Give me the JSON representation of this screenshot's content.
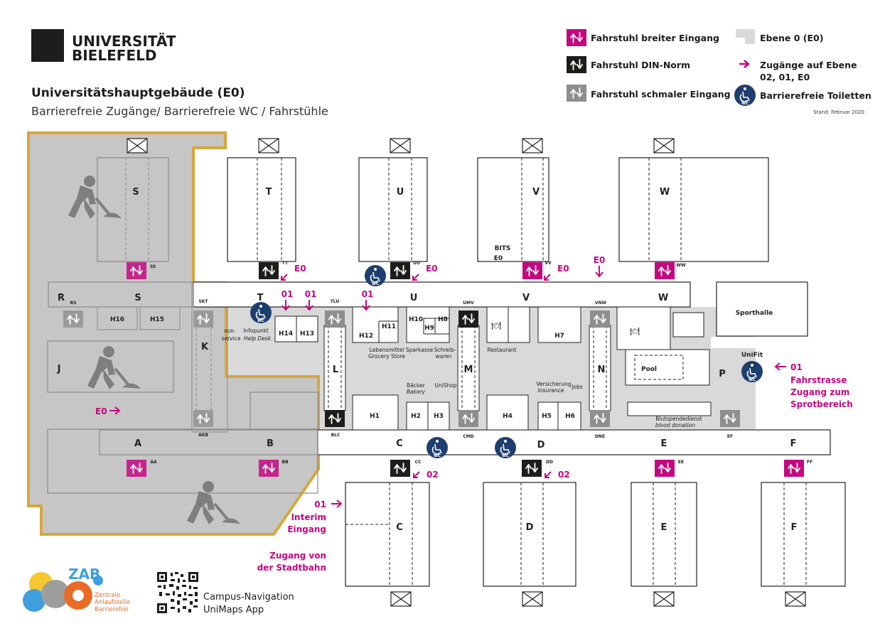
{
  "header": {
    "logo_text_1": "UNIVERSITÄT",
    "logo_text_2": "BIELEFELD",
    "title": "Universitätshauptgebäude (E0)",
    "subtitle": "Barrierefreie Zugänge/ Barrierefreie WC / Fahrstühle",
    "stand": "Stand: Februar 2020"
  },
  "legend": [
    {
      "key": "wide",
      "label": "Fahrstuhl breiter Eingang",
      "color": "#c4087f"
    },
    {
      "key": "din",
      "label": "Fahrstuhl DIN-Norm",
      "color": "#1d1d1b"
    },
    {
      "key": "narrow",
      "label": "Fahrstuhl schmaler Eingang",
      "color": "#8e8e8e"
    },
    {
      "key": "level",
      "label": "Ebene 0 (E0)",
      "color": "#d9d9d9"
    },
    {
      "key": "access",
      "label_1": "Zugänge auf Ebene",
      "label_2": "02, 01, E0",
      "color": "#c4087f"
    },
    {
      "key": "wc",
      "label": "Barrierefreie Toiletten",
      "color": "#1f3e70"
    }
  ],
  "colors": {
    "magenta": "#c4087f",
    "black": "#1d1d1b",
    "gray_elevator": "#8e8e8e",
    "floor": "#d9d9d9",
    "closed_area": "#c6c6c6",
    "gold": "#d7a73b",
    "wc_blue": "#1f3e70"
  },
  "buildings": {
    "T": "T",
    "U": "U",
    "V": "V",
    "W": "W",
    "S": "S",
    "R": "R",
    "J": "J",
    "K": "K",
    "A": "A",
    "B": "B",
    "C": "C",
    "D": "D",
    "E": "E",
    "F": "F",
    "L": "L",
    "M": "M",
    "N": "N",
    "P": "P",
    "T2": "T",
    "U2": "U",
    "V2": "V",
    "W2": "W",
    "S2": "S",
    "C2": "C",
    "D2": "D",
    "E2": "E",
    "F2": "F"
  },
  "rooms": {
    "H16": "H16",
    "H15": "H15",
    "H14": "H14",
    "H13": "H13",
    "H12": "H12",
    "H11": "H11",
    "H10": "H10",
    "H9": "H9",
    "H8": "H8",
    "H7": "H7",
    "H1": "H1",
    "H2": "H2",
    "H3": "H3",
    "H4": "H4",
    "H5": "H5",
    "H6": "H6",
    "pool": "Pool",
    "sporthalle": "Sporthalle",
    "bits_1": "BITS",
    "bits_2": "E0",
    "unifit": "UniFit"
  },
  "labels": {
    "infopunkt": "Infopunkt",
    "helpdesk": "Help Desk",
    "service_1": "ous-",
    "service_2": "service",
    "lebensmittel": "Lebensmittel",
    "grocery": "Grocery Store",
    "sparkasse": "Sparkasse",
    "schreib_1": "Schreib-",
    "schreib_2": "waren",
    "restaurant": "Restaurant",
    "baecker": "Bäcker",
    "bakery": "Bakery",
    "unishop": "UniShop",
    "versicherung": "Versicherung",
    "insurance": "Insurance",
    "jobs": "Jobs",
    "blut_1": "Blutspendedienst",
    "blut_2": "blood donation"
  },
  "elevator_codes": {
    "SS": "SS",
    "RS": "RS",
    "SKT": "SKT",
    "AKB": "AKB",
    "AA": "AA",
    "BB": "BB",
    "TT": "TT",
    "UU": "UU",
    "VV": "VV",
    "WW": "WW",
    "TLU": "TLU",
    "UMV": "UMV",
    "VNW": "VNW",
    "BLC": "BLC",
    "CMD": "CMD",
    "DNE": "DNE",
    "EF": "EF",
    "CC": "CC",
    "DD": "DD",
    "EE": "EE",
    "FF": "FF"
  },
  "wc_label": "WC",
  "access": {
    "e0": "E0",
    "o1": "01",
    "o2": "02",
    "east_1": "Fahrstrasse",
    "east_2": "Zugang zum",
    "east_3": "Sprotbereich",
    "interim_1": "Interim",
    "interim_2": "Eingang",
    "stadtbahn_1": "Zugang von",
    "stadtbahn_2": "der Stadtbahn"
  },
  "footer": {
    "zab_logo": "ZAB",
    "zab_1": "Zentrale",
    "zab_2": "Anlaufstelle",
    "zab_3": "Barrierefrei",
    "nav_1": "Campus-Navigation",
    "nav_2": "UniMaps App"
  }
}
